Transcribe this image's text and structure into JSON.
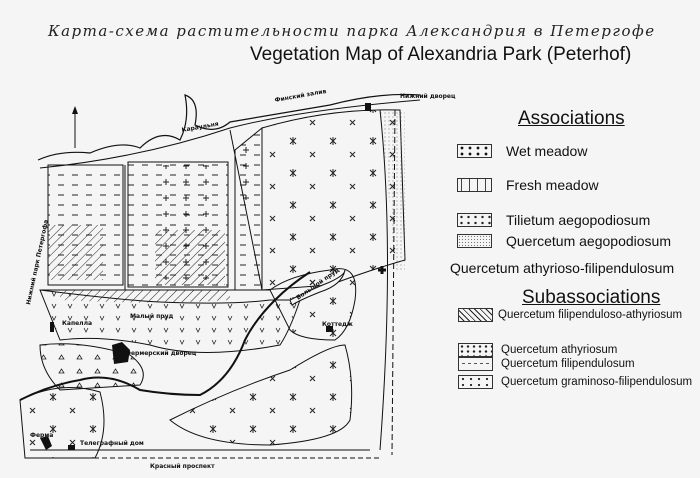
{
  "title_ru": "Карта-схема растительности парка Александрия в Петергофе",
  "title_en": "Vegetation Map of Alexandria Park (Peterhof)",
  "map_labels": {
    "gulf": "Финский залив",
    "lower_palace": "Нижний дворец",
    "guardhouse": "Караульня",
    "lower_park": "Нижний парк Петергофа",
    "chapel": "Капелла",
    "small_pond": "Малый пруд",
    "farm_palace": "Фермерский дворец",
    "big_pond": "Большой пруд",
    "cottage": "Коттедж",
    "farm": "Ферма",
    "telegraph": "Телеграфный дом",
    "avenue": "Красный проспект"
  },
  "legend": {
    "associations_title": "Associations",
    "associations": [
      {
        "label": "Wet meadow",
        "pattern": "wet"
      },
      {
        "label": "Fresh meadow",
        "pattern": "fresh"
      },
      {
        "label": "Tilietum aegopodiosum",
        "pattern": "tri"
      },
      {
        "label": "Quercetum aegopodiosum",
        "pattern": "dots"
      }
    ],
    "group_label": "Quercetum athyrioso-filipendulosum",
    "subassociations_title": "Subassociations",
    "subassociations": [
      {
        "label": "Quercetum filipenduloso-athyriosum",
        "pattern": "hatch"
      },
      {
        "label": "Quercetum athyriosum",
        "pattern": "plus"
      },
      {
        "label": "Quercetum filipendulosum",
        "pattern": "dash"
      },
      {
        "label": "Quercetum graminoso-filipendulosum",
        "pattern": "grass"
      }
    ]
  }
}
